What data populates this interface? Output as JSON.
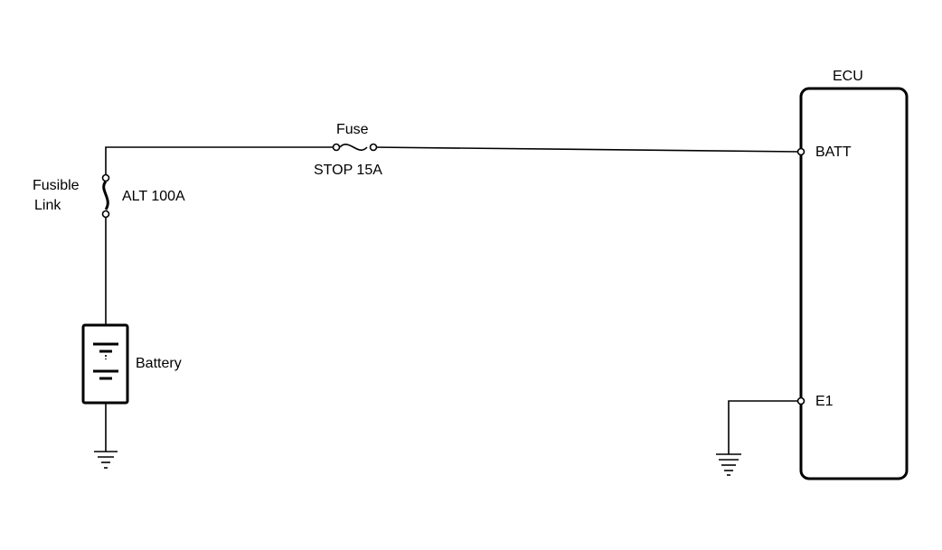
{
  "fuse": {
    "title": "Fuse",
    "name": "STOP 15A"
  },
  "fusible_link": {
    "title_line1": "Fusible",
    "title_line2": "Link",
    "rating": "ALT 100A"
  },
  "battery": {
    "label": "Battery"
  },
  "ecu": {
    "title": "ECU",
    "pin_batt": "BATT",
    "pin_e1": "E1"
  }
}
